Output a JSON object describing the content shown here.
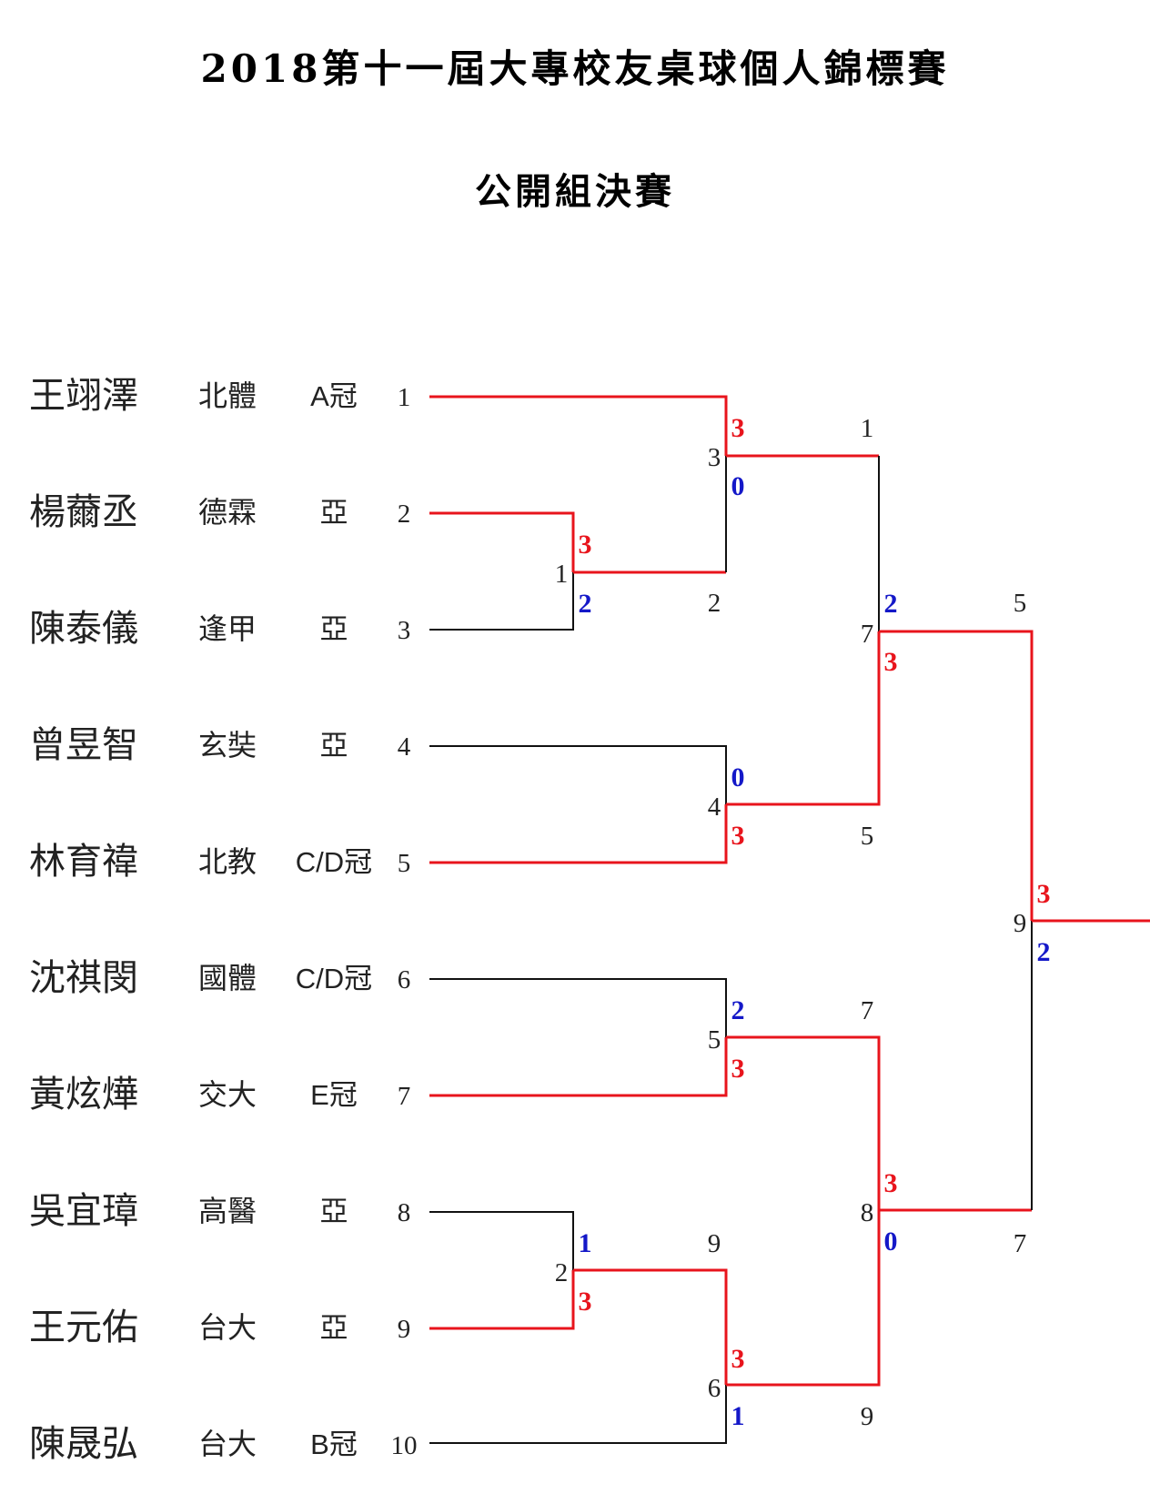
{
  "title": "2018第十一屆大專校友桌球個人錦標賽",
  "subtitle": "公開組決賽",
  "players": [
    {
      "name": "王翊澤",
      "school": "北體",
      "rank": "A冠",
      "seed": "1"
    },
    {
      "name": "楊薾丞",
      "school": "德霖",
      "rank": "亞",
      "seed": "2"
    },
    {
      "name": "陳泰儀",
      "school": "逢甲",
      "rank": "亞",
      "seed": "3"
    },
    {
      "name": "曾昱智",
      "school": "玄奘",
      "rank": "亞",
      "seed": "4"
    },
    {
      "name": "林育禕",
      "school": "北教",
      "rank": "C/D冠",
      "seed": "5"
    },
    {
      "name": "沈祺閔",
      "school": "國體",
      "rank": "C/D冠",
      "seed": "6"
    },
    {
      "name": "黃炫燁",
      "school": "交大",
      "rank": "E冠",
      "seed": "7"
    },
    {
      "name": "吳宜璋",
      "school": "高醫",
      "rank": "亞",
      "seed": "8"
    },
    {
      "name": "王元佑",
      "school": "台大",
      "rank": "亞",
      "seed": "9"
    },
    {
      "name": "陳晟弘",
      "school": "台大",
      "rank": "B冠",
      "seed": "10"
    }
  ],
  "matches": [
    {
      "id": "1",
      "top_score": "3",
      "bottom_score": "2",
      "winner": "2"
    },
    {
      "id": "2",
      "top_score": "1",
      "bottom_score": "3",
      "winner": "9"
    },
    {
      "id": "3",
      "top_score": "3",
      "bottom_score": "0",
      "winner": "1"
    },
    {
      "id": "4",
      "top_score": "0",
      "bottom_score": "3",
      "winner": "5"
    },
    {
      "id": "5",
      "top_score": "2",
      "bottom_score": "3",
      "winner": "7"
    },
    {
      "id": "6",
      "top_score": "3",
      "bottom_score": "1",
      "winner": "9"
    },
    {
      "id": "7",
      "top_score": "2",
      "bottom_score": "3",
      "winner": "5"
    },
    {
      "id": "8",
      "top_score": "3",
      "bottom_score": "0",
      "winner": "7"
    },
    {
      "id": "9",
      "top_score": "3",
      "bottom_score": "2"
    }
  ],
  "advance_labels": {
    "m1_out": "2",
    "m2_out": "9",
    "m3_out": "1",
    "m4_out": "5",
    "m5_out": "7",
    "m6_out": "9",
    "m7_out": "5",
    "m8_out": "7"
  },
  "colors": {
    "winner": "#e8141c",
    "loser_score": "#1418c8",
    "line": "#111111"
  }
}
